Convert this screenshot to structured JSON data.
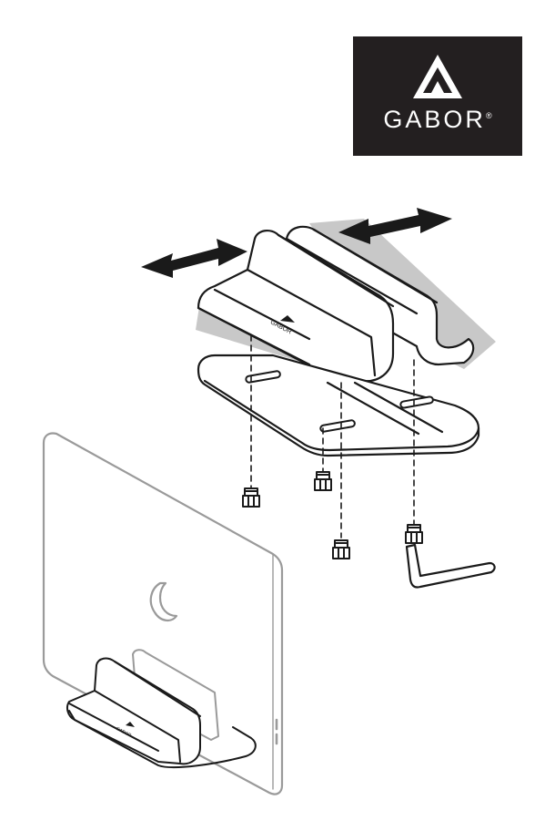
{
  "brand": {
    "wordmark": "GABOR",
    "registered_mark": "®",
    "base_imprint": "GABOR",
    "logo_background": "#231f20",
    "logo_foreground": "#ffffff"
  },
  "colors": {
    "line": "#1a1a1a",
    "shadow": "#c8c8c8",
    "laptop_outline": "#9a9a9a",
    "fill": "#ffffff"
  },
  "icons": {
    "brand": "gabor-triangle-icon",
    "adjust_arrows": "double-arrow-icon",
    "hardware": "hex-screw-icon",
    "tool": "allen-key-icon"
  },
  "parts": {
    "screws": 4,
    "adjustable_arms": 2
  }
}
